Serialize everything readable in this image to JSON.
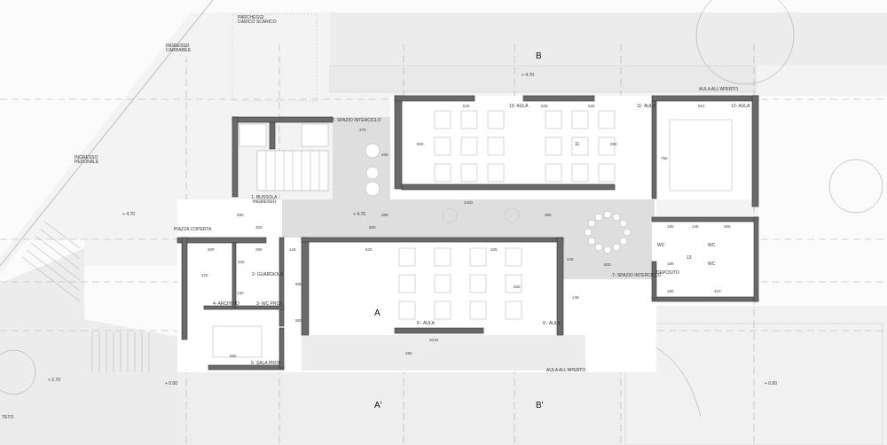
{
  "plan": {
    "site_labels": {
      "parking_1": "PARCHEGGI",
      "parking_2": "CARICO SCARICO",
      "vehicle_entry_1": "INGRESSO",
      "vehicle_entry_2": "CARRABILE",
      "ped_entry_1": "INGRESSO",
      "ped_entry_2": "PEDONALE",
      "covered_square": "PIAZZA COPERTA",
      "outdoor_class_top": "AULA ALL'APERTO",
      "outdoor_class_bottom": "AULA ALL'APERTO",
      "roof": "TETO"
    },
    "levels": {
      "lvl_a": "+ 4.70",
      "lvl_b": "+ 4.70",
      "lvl_c": "+ 4.70",
      "lvl_d": "+ 2.70",
      "lvl_e": "+ 0.00",
      "lvl_f": "+ 0.00"
    },
    "sections": {
      "a": "A",
      "a2": "A'",
      "b": "B",
      "b2": "B'"
    },
    "rooms": {
      "r1a": "1- BUSSOLA",
      "r1b": "INGRESSO",
      "r2": "2- GUARDIOLA",
      "r3": "3- WC PROF.",
      "r4": "4- ARCHIVIO",
      "r5": "5- SALA PROF.",
      "r7a": "7- SPAZIO INTERCICLO",
      "r7b": "7- SPAZIO INTERCICLO",
      "r8": "8 - AULA",
      "r9": "9 - AULA",
      "r10": "10- AULA",
      "r11": "11- AULA",
      "r12": "12- AULA",
      "r13": "13",
      "dep": "DEPOSITO",
      "wc1": "WC",
      "wc2": "WC",
      "wc3": "WC",
      "n11": "11"
    },
    "dimensions": [
      "625",
      "625",
      "625",
      "610",
      "475",
      "405",
      "550",
      "550",
      "760",
      "2400",
      "390",
      "390",
      "320",
      "280",
      "300",
      "290",
      "225",
      "420",
      "140",
      "550",
      "145",
      "625",
      "625",
      "550",
      "600",
      "245",
      "145",
      "550",
      "180",
      "145",
      "265",
      "180",
      "180",
      "410",
      "2015",
      "280",
      "590",
      "600"
    ]
  }
}
